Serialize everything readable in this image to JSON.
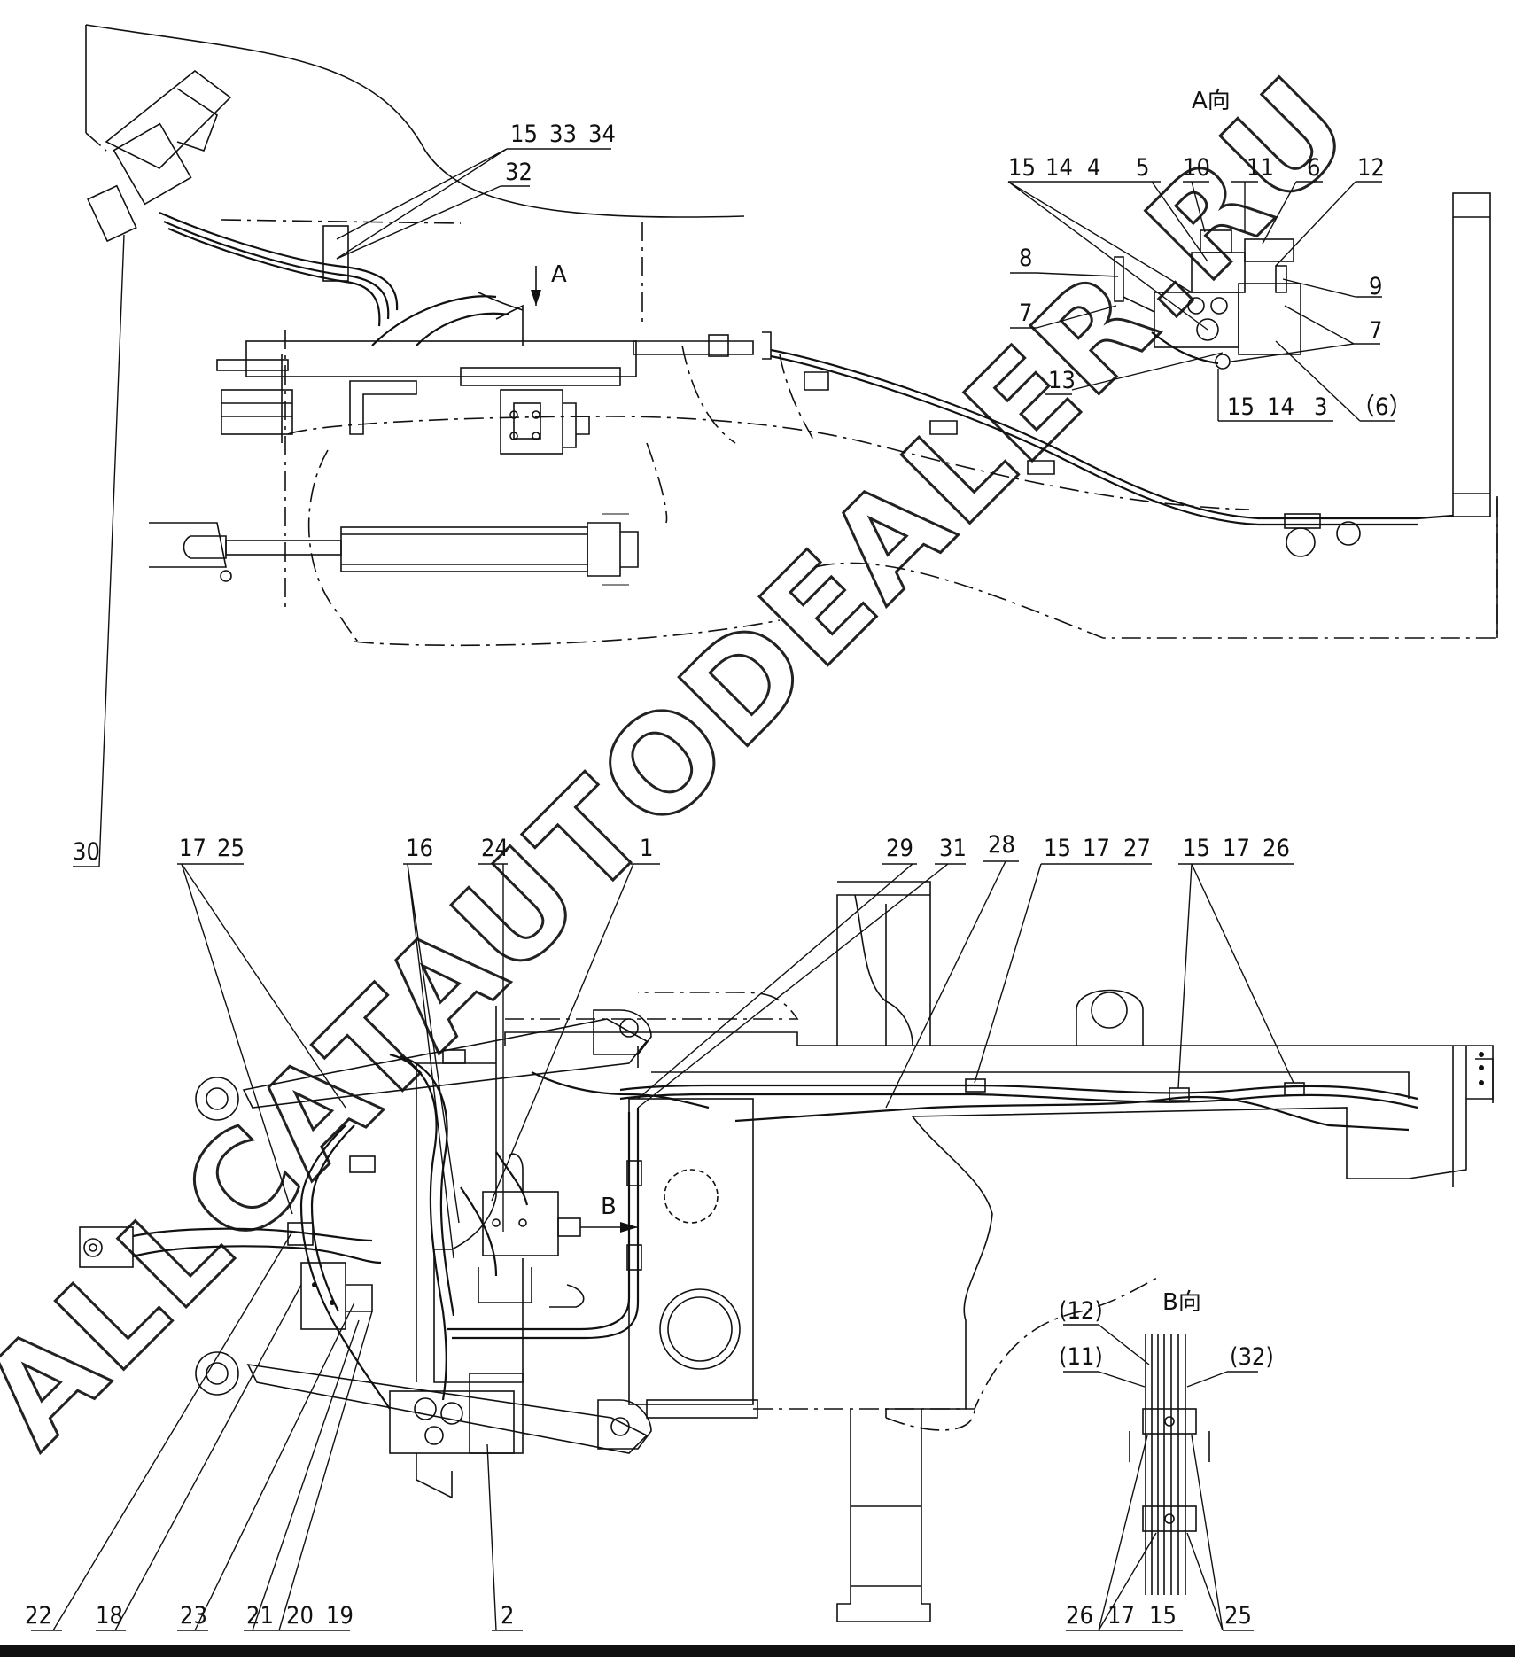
{
  "views": {
    "view_a_title": "A向",
    "view_b_title": "B向",
    "arrow_a": "A",
    "arrow_b": "B"
  },
  "callouts_top": {
    "g_15_33_34": [
      "15",
      "33",
      "34"
    ],
    "g_32": "32",
    "g_a_left": [
      "15",
      "14",
      "4"
    ],
    "n5": "5",
    "n10": "10",
    "n11": "11",
    "n6": "6",
    "n12": "12",
    "n8": "8",
    "n9": "9",
    "n7a": "7",
    "n7b": "7",
    "n13": "13",
    "g_15_14_3": [
      "15",
      "14",
      "3"
    ],
    "n6p": "（6）",
    "n30": "30"
  },
  "callouts_bottom": {
    "g_17_25": [
      "17",
      "25"
    ],
    "n16": "16",
    "n24": "24",
    "n1": "1",
    "n29": "29",
    "n31": "31",
    "n28": "28",
    "g_15_17_27": [
      "15",
      "17",
      "27"
    ],
    "g_15_17_26": [
      "15",
      "17",
      "26"
    ],
    "n22": "22",
    "n18": "18",
    "n23": "23",
    "g_21_20_19": [
      "21",
      "20",
      "19"
    ],
    "n2": "2"
  },
  "callouts_view_b": {
    "p12": "(12)",
    "p11": "(11)",
    "p32": "(32)",
    "g_26_17_15": [
      "26",
      "17",
      "15"
    ],
    "n25": "25"
  },
  "watermark": "ALLCATAUTODEALER.RU"
}
